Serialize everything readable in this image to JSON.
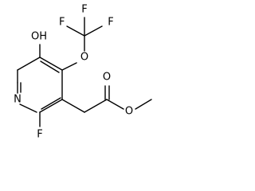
{
  "molecule": {
    "atoms": {
      "f1": "F",
      "f2": "F",
      "f3": "F",
      "o_ether": "O",
      "oh": "OH",
      "n_ring": "N",
      "f_ring": "F",
      "o_carbonyl": "O",
      "o_ester": "O"
    }
  }
}
